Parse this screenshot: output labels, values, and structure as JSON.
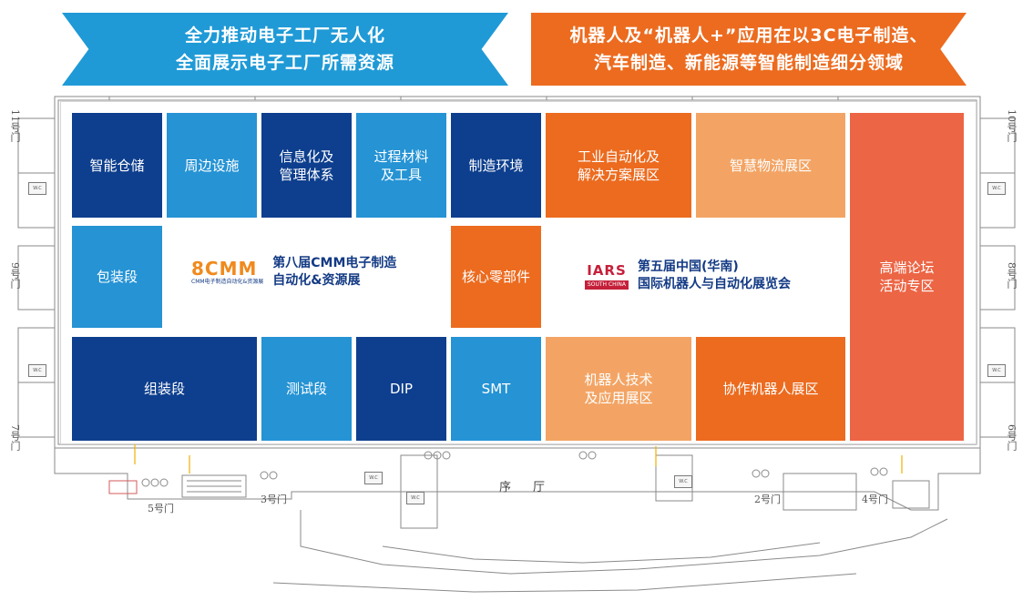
{
  "banners": {
    "left": {
      "line1": "全力推动电子工厂无人化",
      "line2": "全面展示电子工厂所需资源",
      "color": "#1f9ad6"
    },
    "right": {
      "line1": "机器人及“机器人+”应用在以3C电子制造、",
      "line2": "汽车制造、新能源等智能制造细分领域",
      "color": "#ec6b1f"
    }
  },
  "zones": {
    "smart_warehouse": "智能仓储",
    "peripheral": "周边设施",
    "info_mgmt": "信息化及\n管理体系",
    "process_materials": "过程材料\n及工具",
    "mfg_environment": "制造环境",
    "packaging": "包装段",
    "core_parts": "核心零部件",
    "assembly": "组装段",
    "testing": "测试段",
    "dip": "DIP",
    "smt": "SMT",
    "industrial_automation": "工业自动化及\n解决方案展区",
    "smart_logistics": "智慧物流展区",
    "high_forum": "高端论坛\n活动专区",
    "robot_tech": "机器人技术\n及应用展区",
    "collab_robot": "协作机器人展区"
  },
  "logos": {
    "cmm": {
      "number": "8",
      "word": "CMM",
      "sub": "CMM电子制造自动化&资源展",
      "title": "第八届CMM电子制造\n自动化&资源展",
      "color": "#f08a1e"
    },
    "iars": {
      "word": "IARS",
      "band": "SOUTH CHINA",
      "title": "第五届中国(华南)\n国际机器人与自动化展览会",
      "color": "#c5203a"
    }
  },
  "doors": {
    "d11": "11号门",
    "d10": "10号门",
    "d9": "9号门",
    "d8": "8号门",
    "d7": "7号门",
    "d6": "6号门",
    "d5": "5号门",
    "d3": "3号门",
    "d2": "2号门",
    "d4": "4号门"
  },
  "lobby": "序厅",
  "wc_label": "W.C",
  "colors": {
    "navy": "#0e3f8e",
    "sky": "#2593d4",
    "orange": "#ec6b1f",
    "peach": "#f3a464",
    "coral": "#ec6545"
  }
}
